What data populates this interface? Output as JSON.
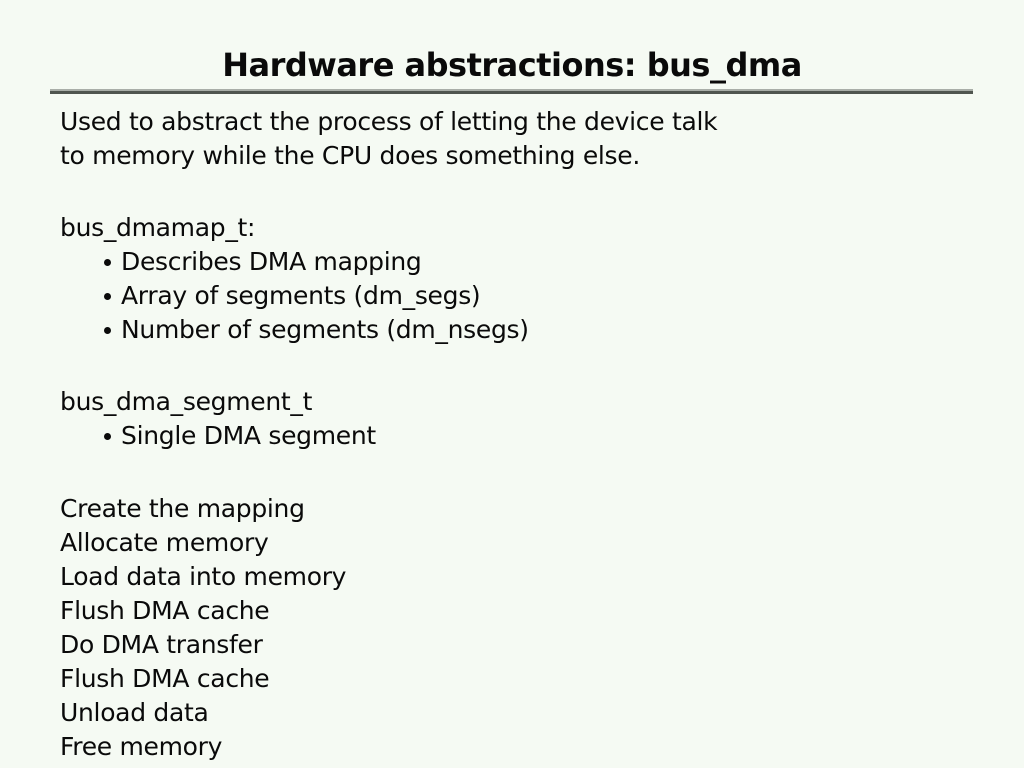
{
  "slide": {
    "title": "Hardware abstractions: bus_dma",
    "intro_lines": [
      "Used to abstract the process of letting the device talk",
      "to memory while the CPU does something else."
    ],
    "sections": [
      {
        "heading": "bus_dmamap_t:",
        "bullets": [
          "Describes DMA mapping",
          "Array of segments (dm_segs)",
          "Number of segments (dm_nsegs)"
        ]
      },
      {
        "heading": "bus_dma_segment_t",
        "bullets": [
          "Single DMA segment"
        ]
      }
    ],
    "steps": [
      "Create the mapping",
      "Allocate memory",
      "Load data into memory",
      "Flush DMA cache",
      "Do DMA transfer",
      "Flush DMA cache",
      "Unload data",
      "Free memory"
    ]
  },
  "colors": {
    "background": "#f5faf3",
    "text": "#0a0a0a",
    "rule_top": "#a9aea8",
    "rule_bottom": "#4f554f"
  }
}
